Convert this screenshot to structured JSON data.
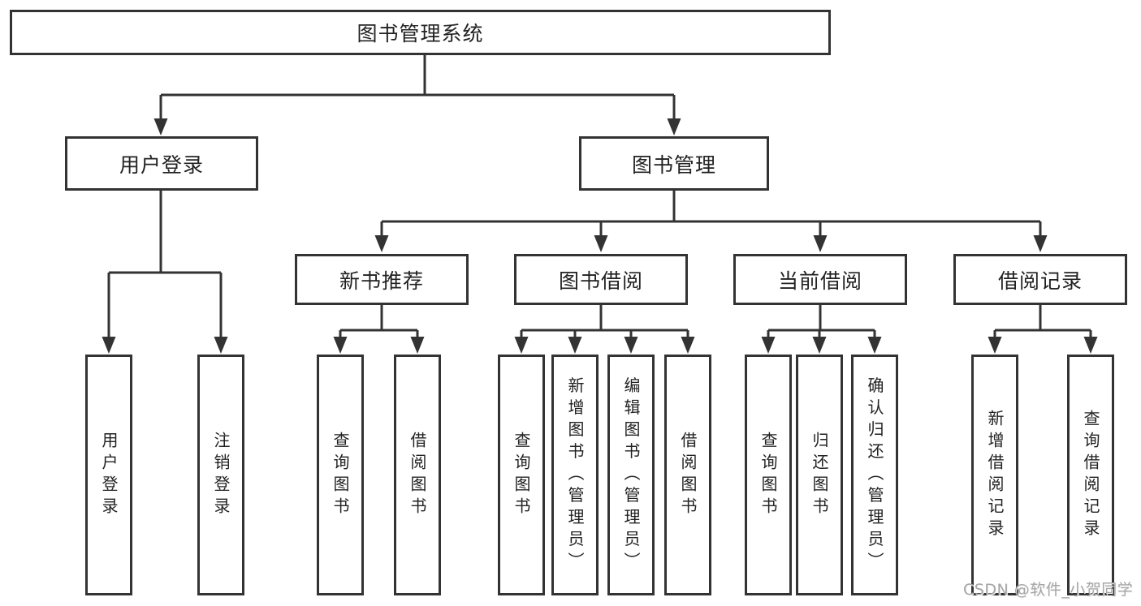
{
  "colors": {
    "background": "#ffffff",
    "line": "#333333",
    "text": "#222222",
    "watermark": "#a6a6a6"
  },
  "root": {
    "label": "图书管理系统"
  },
  "level2": [
    {
      "label": "用户登录"
    },
    {
      "label": "图书管理"
    }
  ],
  "level3": [
    {
      "label": "新书推荐"
    },
    {
      "label": "图书借阅"
    },
    {
      "label": "当前借阅"
    },
    {
      "label": "借阅记录"
    }
  ],
  "leaves": [
    {
      "label": "用户登录",
      "parent": "用户登录"
    },
    {
      "label": "注销登录",
      "parent": "用户登录"
    },
    {
      "label": "查询图书",
      "parent": "新书推荐"
    },
    {
      "label": "借阅图书",
      "parent": "新书推荐"
    },
    {
      "label": "查询图书",
      "parent": "图书借阅"
    },
    {
      "label": "新增图书（管理员）",
      "parent": "图书借阅"
    },
    {
      "label": "编辑图书（管理员）",
      "parent": "图书借阅"
    },
    {
      "label": "借阅图书",
      "parent": "图书借阅"
    },
    {
      "label": "查询图书",
      "parent": "当前借阅"
    },
    {
      "label": "归还图书",
      "parent": "当前借阅"
    },
    {
      "label": "确认归还（管理员）",
      "parent": "当前借阅"
    },
    {
      "label": "新增借阅记录",
      "parent": "借阅记录"
    },
    {
      "label": "查询借阅记录",
      "parent": "借阅记录"
    }
  ],
  "watermark": {
    "text": "CSDN @软件_小贺同学"
  }
}
